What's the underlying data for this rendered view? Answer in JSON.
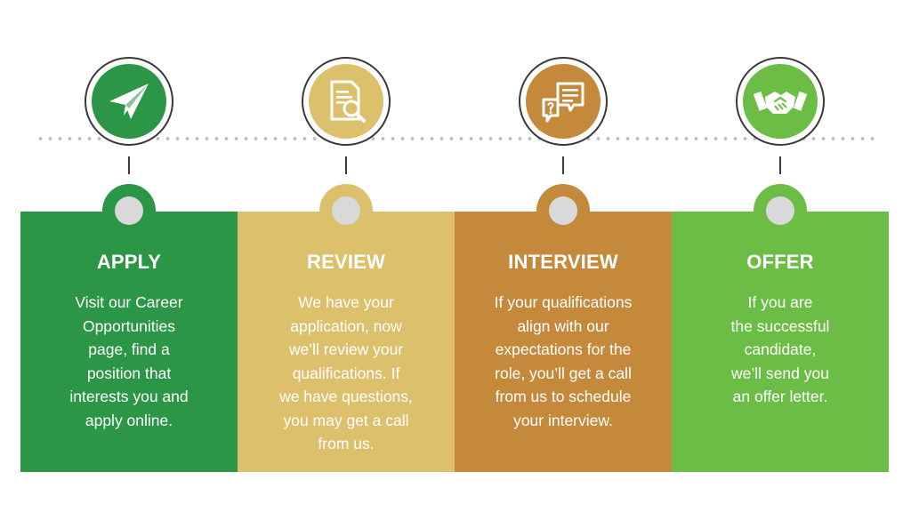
{
  "steps": [
    {
      "title": "APPLY",
      "description": "Visit our Career\nOpportunities\npage, find a\nposition that\ninterests you and\napply online.",
      "color": "#2b9646",
      "icon": "paper-plane-icon"
    },
    {
      "title": "REVIEW",
      "description": "We have your\napplication, now\nwe’ll review your\nqualifications. If\nwe have questions,\nyou may get a call\nfrom us.",
      "color": "#dcc06c",
      "icon": "document-search-icon"
    },
    {
      "title": "INTERVIEW",
      "description": "If your qualifications\nalign with our\nexpectations for the\nrole, you’ll get a call\nfrom us to schedule\nyour interview.",
      "color": "#c4893a",
      "icon": "chat-bubbles-icon"
    },
    {
      "title": "OFFER",
      "description": "If you are\nthe successful\ncandidate,\nwe’ll send you\nan offer letter.",
      "color": "#6cbd45",
      "icon": "handshake-icon"
    }
  ]
}
